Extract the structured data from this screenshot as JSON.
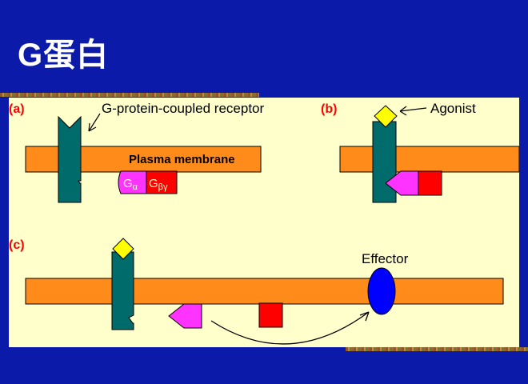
{
  "slide": {
    "title": "G蛋白"
  },
  "panels": {
    "a": {
      "label": "(a)",
      "receptor_label": "G-protein-coupled receptor",
      "membrane_label": "Plasma  membrane"
    },
    "b": {
      "label": "(b)",
      "agonist_label": "Agonist"
    },
    "c": {
      "label": "(c)",
      "effector_label": "Effector"
    }
  },
  "subunits": {
    "alpha_letter": "G",
    "alpha_sub": "α",
    "betagamma_letter": "G",
    "betagamma_sub": "βγ"
  },
  "colors": {
    "background": "#0b1aa8",
    "panel": "#ffffcc",
    "membrane": "#ff8c1a",
    "receptor": "#006b6b",
    "agonist": "#ffff00",
    "alpha_subunit": "#ff33ff",
    "betagamma_subunit": "#ff0000",
    "effector": "#0000ff",
    "panel_label": "#ff0000"
  }
}
